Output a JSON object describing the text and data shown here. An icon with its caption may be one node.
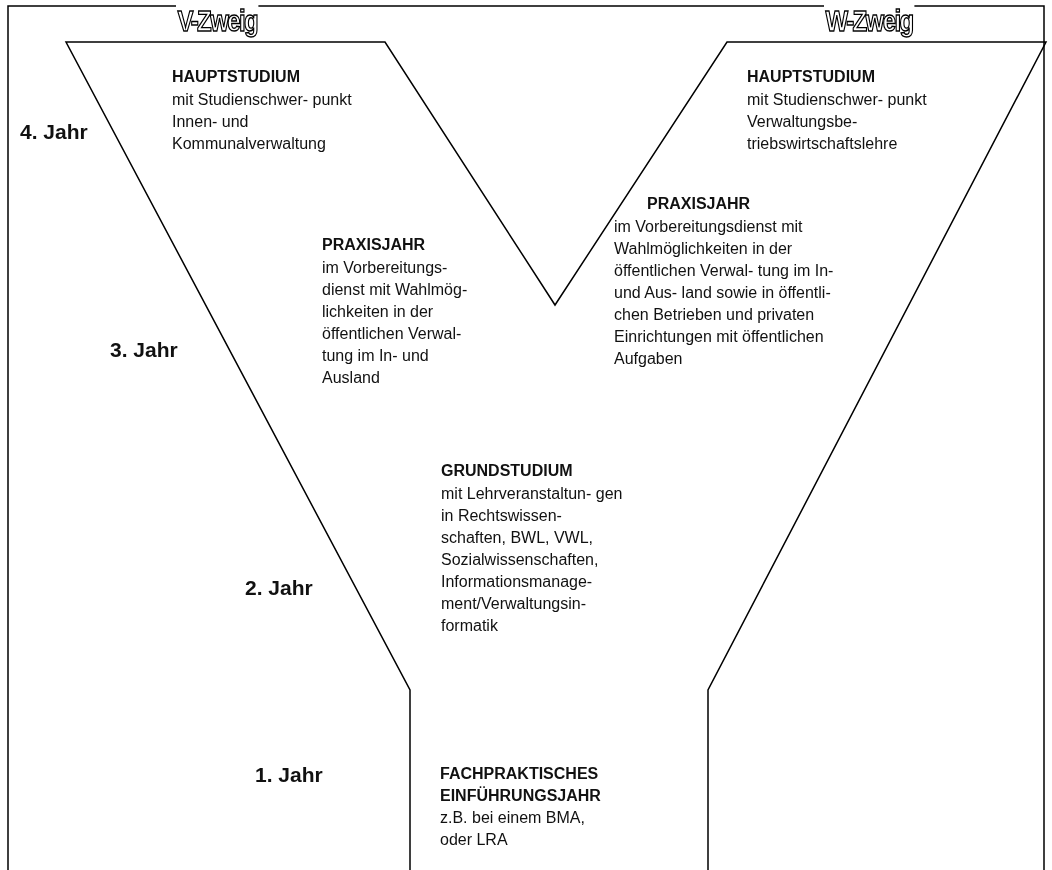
{
  "diagram": {
    "nodes": [
      {
        "text": [
          "V-Zweig",
          "W-Zweig",
          "HAUPTSTUDIUM",
          "mit Studienschwer- punkt Innen- und Kommunalverwaltung",
          "HAUPTSTUDIUM",
          "mit Studienschwer- punkt Verwaltungsbe- triebswirtschaftslehre",
          "PRAXISJAHR",
          "im Vorbereitungsdienst mit Wahlmöglichkeiten in der öffentlichen Verwal- tung im In- und Aus- land sowie in öffentli- chen Betrieben und privaten Einrichtungen mit öffentlichen Aufgaben",
          "PRAXISJAHR",
          "im Vorbereitungs- dienst mit Wahlmög- lichkeiten in der öffentlichen Verwal- tung im In- und Ausland",
          "GRUNDSTUDIUM",
          "mit Lehrveranstaltun- gen in Rechtswissen- schaften, BWL, VWL, Sozialwissenschaften, Informationsmanage- ment/Verwaltungsin- formatik",
          "FACHPRAKTISCHES EINFÜHRUNGSJAHR",
          "z.B. bei einem BMA, oder LRA"
        ]
      }
    ],
    "edges": [],
    "labels": [
      "4. Jahr",
      "3. Jahr",
      "2. Jahr",
      "1. Jahr"
    ]
  }
}
